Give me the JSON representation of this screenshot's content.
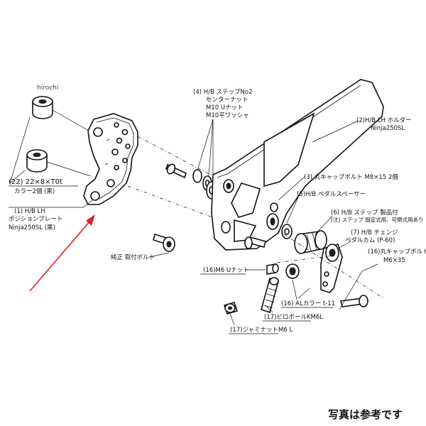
{
  "watermark": "hirochi",
  "footer_note": "写真は参考です",
  "colors": {
    "arrow": "#e02020",
    "ink": "#111111"
  },
  "labels": {
    "step_no2": [
      "(4) H/B ステップNo2",
      "センターナット",
      "M10 Uナット",
      "M10平ワッシャ"
    ],
    "holder": [
      "(2)H/B LH ホルダー",
      "Ninja250SL"
    ],
    "collar": [
      "(22) 22×8×T0t",
      "カラー2個 (黒)"
    ],
    "cap_bolt_m8": "(3) 丸キャップボルト M8×15 2個",
    "pedal_spacer": "(5)H/B ペダルスペーサー",
    "position_plate": [
      "(1) H/B LH",
      "ポジションプレート",
      "Ninja250SL (黒)"
    ],
    "step_set": [
      "(6) H/B ステップ 製品付",
      "(注) ステップ 固定式用、可倒式用あり"
    ],
    "change_pedal": [
      "(7) H/B チェンジ",
      "ペダルカム (P-60)"
    ],
    "genuine_bolt": "純正 取付ボルト",
    "cap_bolt_m6": [
      "(16)丸キャップボルト",
      "M6×35"
    ],
    "u_nut_m6": "(16)M6 Uナット",
    "al_collar": "(16) ALカラー t-11",
    "pillow_ball": "(17)ピロボールKM6L",
    "jam_nut": "(17)ジャミナットM6 L"
  }
}
